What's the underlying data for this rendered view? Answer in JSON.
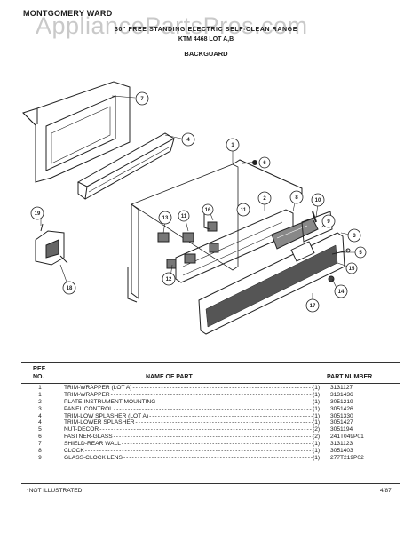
{
  "header": {
    "brand": "MONTGOMERY WARD",
    "watermark": "AppliancePartsPros.com",
    "title_line1": "30\" FREE STANDING ELECTRIC SELF-CLEAN RANGE",
    "title_line2": "KTM 4468 LOT A,B",
    "section": "BACKGUARD"
  },
  "callouts": [
    "7",
    "4",
    "1",
    "6",
    "2",
    "8",
    "10",
    "11",
    "12",
    "13",
    "16",
    "9",
    "3",
    "5",
    "15",
    "14",
    "17",
    "19",
    "18"
  ],
  "table": {
    "ref_header_line1": "REF.",
    "ref_header_line2": "NO.",
    "name_header": "NAME OF PART",
    "part_header": "PART NUMBER",
    "rows": [
      {
        "ref": "1",
        "name": "TRIM-WRAPPER (LOT A)",
        "qty": "(1)",
        "part": "3131127"
      },
      {
        "ref": "1",
        "name": "TRIM-WRAPPER",
        "qty": "(1)",
        "part": "3131436"
      },
      {
        "ref": "2",
        "name": "PLATE-INSTRUMENT MOUNTING",
        "qty": "(1)",
        "part": "3051219"
      },
      {
        "ref": "3",
        "name": "PANEL CONTROL",
        "qty": "(1)",
        "part": "3051426"
      },
      {
        "ref": "4",
        "name": "TRIM-LOW SPLASHER (LOT A)",
        "qty": "(1)",
        "part": "3051330"
      },
      {
        "ref": "4",
        "name": "TRIM-LOWER SPLASHER",
        "qty": "(1)",
        "part": "3051427"
      },
      {
        "ref": "5",
        "name": "NUT-DECOR",
        "qty": "(2)",
        "part": "3051194"
      },
      {
        "ref": "6",
        "name": "FASTNER-GLASS",
        "qty": "(2)",
        "part": "241T049P01"
      },
      {
        "ref": "7",
        "name": "SHIELD-REAR WALL",
        "qty": "(1)",
        "part": "3131123"
      },
      {
        "ref": "8",
        "name": "CLOCK",
        "qty": "(1)",
        "part": "3051403"
      },
      {
        "ref": "9",
        "name": "GLASS-CLOCK LENS",
        "qty": "(1)",
        "part": "277T219P02"
      }
    ]
  },
  "footer": {
    "note": "*NOT ILLUSTRATED",
    "date": "4/87"
  }
}
